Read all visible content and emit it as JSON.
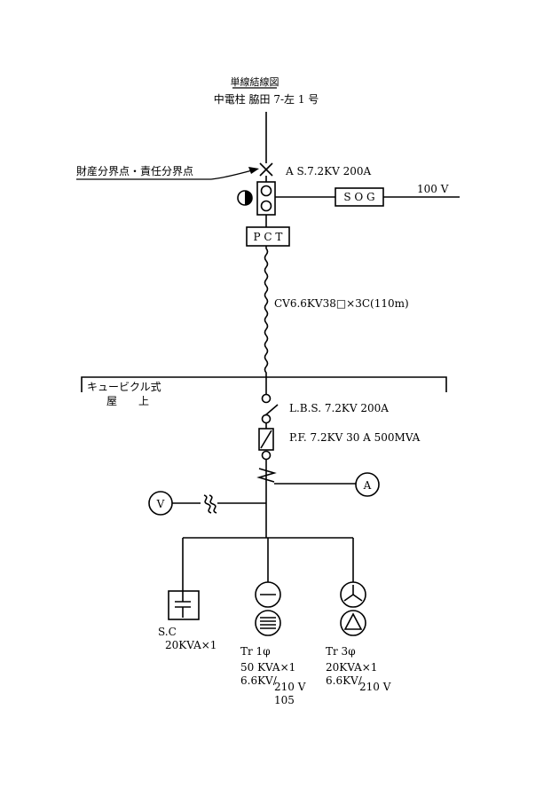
{
  "title": "単線結線図",
  "pole": "中電柱 脇田 7-左 1 号",
  "boundary": "財産分界点・責任分界点",
  "as_switch": "A S.7.2KV 200A",
  "sog": "S O G",
  "voltage_100": "100 V",
  "pct": "P C T",
  "cable": "CV6.6KV38□×3C(110m)",
  "cubicle": "キュービクル式",
  "rooftop": "屋　　上",
  "lbs": "L.B.S. 7.2KV 200A",
  "pf": "P.F. 7.2KV 30 A 500MVA",
  "meter_v": "V",
  "meter_a": "A",
  "sc_label": "S.C",
  "sc_spec": "20KVA×1",
  "tr1_label": "Tr 1φ",
  "tr1_cap": "50 KVA×1",
  "tr1_v_primary": "6.6KV/",
  "tr1_v_secondary": "210 V",
  "tr1_v_tertiary": "105",
  "tr3_label": "Tr 3φ",
  "tr3_cap": "20KVA×1",
  "tr3_v_primary": "6.6KV/",
  "tr3_v_secondary": "210 V"
}
